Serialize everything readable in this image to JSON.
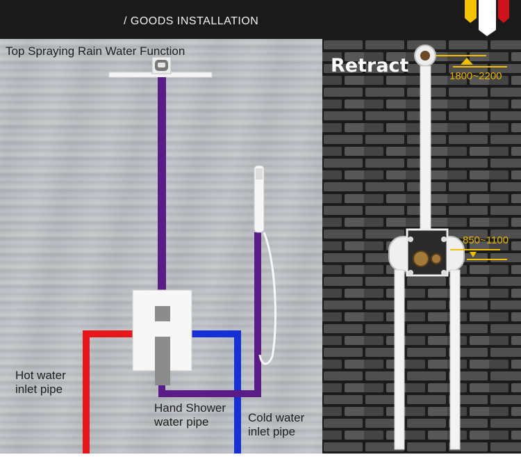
{
  "header": {
    "title": "/ GOODS INSTALLATION"
  },
  "labels": {
    "top_spraying": "Top Spraying Rain Water Function",
    "hot_water": [
      "Hot water",
      "inlet pipe"
    ],
    "hand_shower": [
      "Hand Shower",
      "water pipe"
    ],
    "cold_water": [
      "Cold water",
      "inlet pipe"
    ],
    "retract": "Retract",
    "dim_upper": "1800~2200",
    "dim_lower": "850~1100"
  },
  "colors": {
    "header_bg": "#1a1a1a",
    "hot_pipe": "#e8161b",
    "cold_pipe": "#1531d6",
    "shower_pipe": "#5a1c86",
    "dimension_accent": "#f0c000",
    "flag_yellow": "#f5c400",
    "flag_white": "#ffffff",
    "flag_red": "#d0121b"
  },
  "icons": [
    "rain-shower-head-icon",
    "shower-mixer-valve-icon",
    "hand-shower-icon",
    "brick-wall-texture"
  ]
}
